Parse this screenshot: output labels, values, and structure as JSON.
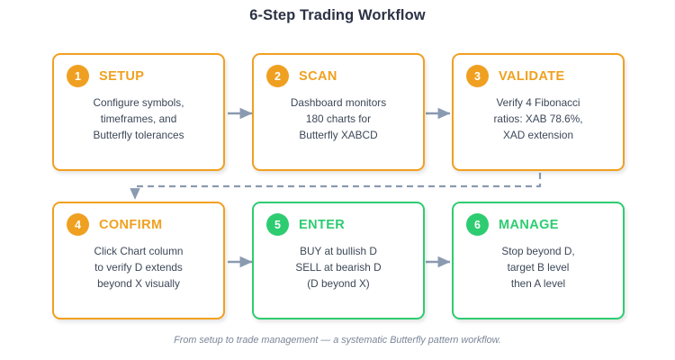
{
  "title": "6-Step Trading Workflow",
  "caption": "From setup to trade management — a systematic Butterfly pattern workflow.",
  "colors": {
    "orange": "#f0a020",
    "green": "#2ecc71",
    "connector": "#8a9ab0",
    "title_text": "#2b3245",
    "body_text": "#3c4858",
    "caption_text": "#7a8699"
  },
  "steps": [
    {
      "number": "1",
      "title": "SETUP",
      "body": "Configure symbols,\ntimeframes, and\nButterfly tolerances",
      "color": "orange"
    },
    {
      "number": "2",
      "title": "SCAN",
      "body": "Dashboard monitors\n180 charts for\nButterfly XABCD",
      "color": "orange"
    },
    {
      "number": "3",
      "title": "VALIDATE",
      "body": "Verify 4 Fibonacci\nratios: XAB 78.6%,\nXAD extension",
      "color": "orange"
    },
    {
      "number": "4",
      "title": "CONFIRM",
      "body": "Click Chart column\nto verify D extends\nbeyond X visually",
      "color": "orange"
    },
    {
      "number": "5",
      "title": "ENTER",
      "body": "BUY at bullish D\nSELL at bearish D\n(D beyond X)",
      "color": "green"
    },
    {
      "number": "6",
      "title": "MANAGE",
      "body": "Stop beyond D,\ntarget B level\nthen A level",
      "color": "green"
    }
  ],
  "connectors": [
    {
      "name": "arrow-step1-to-step2",
      "type": "solid-arrow-right"
    },
    {
      "name": "arrow-step2-to-step3",
      "type": "solid-arrow-right"
    },
    {
      "name": "arrow-step3-to-step4",
      "type": "dashed-arrow-wrap"
    },
    {
      "name": "arrow-step4-to-step5",
      "type": "solid-arrow-right"
    },
    {
      "name": "arrow-step5-to-step6",
      "type": "solid-arrow-right"
    }
  ]
}
